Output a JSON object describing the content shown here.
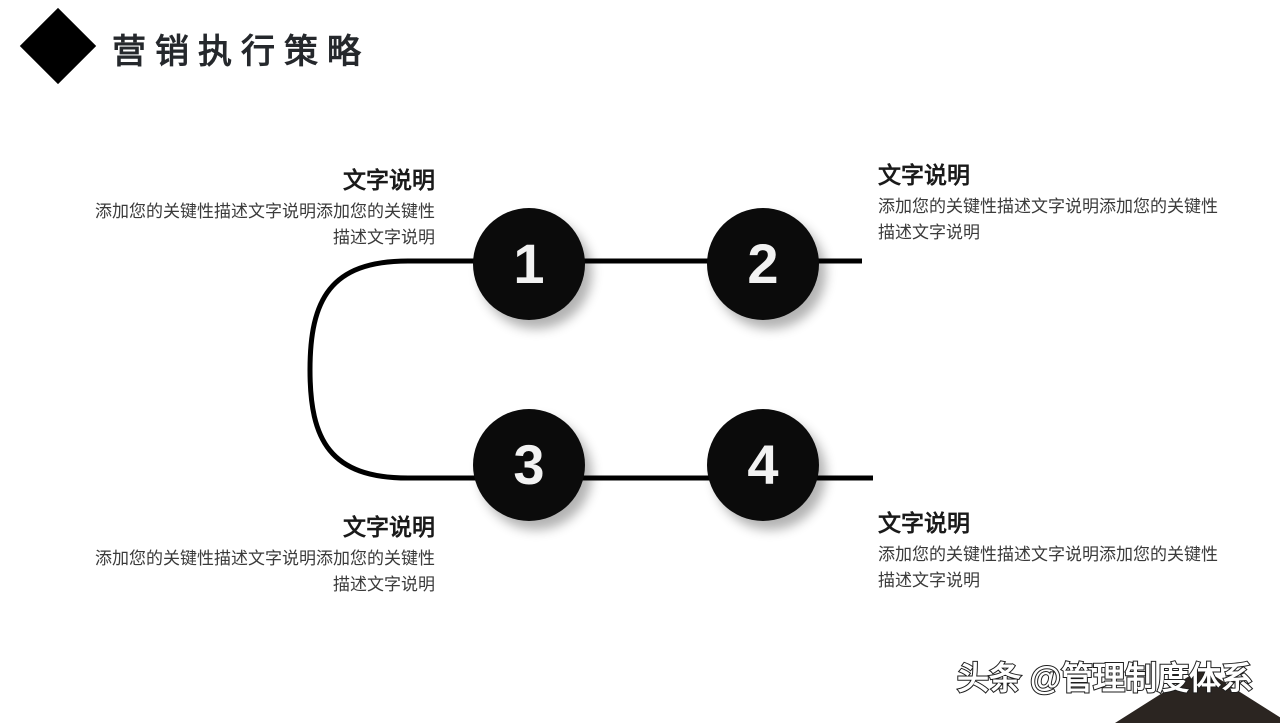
{
  "header": {
    "title": "营销执行策略",
    "icon": "diamond-icon"
  },
  "diagram": {
    "type": "serpentine-process-flow",
    "line_color": "#000000",
    "node_color": "#0b0b0b",
    "node_label_color": "#f2f2f2",
    "nodes": [
      {
        "number": "1"
      },
      {
        "number": "2"
      },
      {
        "number": "3"
      },
      {
        "number": "4"
      }
    ]
  },
  "blocks": [
    {
      "title": "文字说明",
      "body": "添加您的关键性描述文字说明添加您的关键性描述文字说明"
    },
    {
      "title": "文字说明",
      "body": "添加您的关键性描述文字说明添加您的关键性描述文字说明"
    },
    {
      "title": "文字说明",
      "body": "添加您的关键性描述文字说明添加您的关键性描述文字说明"
    },
    {
      "title": "文字说明",
      "body": "添加您的关键性描述文字说明添加您的关键性描述文字说明"
    }
  ],
  "watermark": {
    "text": "头条 @管理制度体系"
  }
}
